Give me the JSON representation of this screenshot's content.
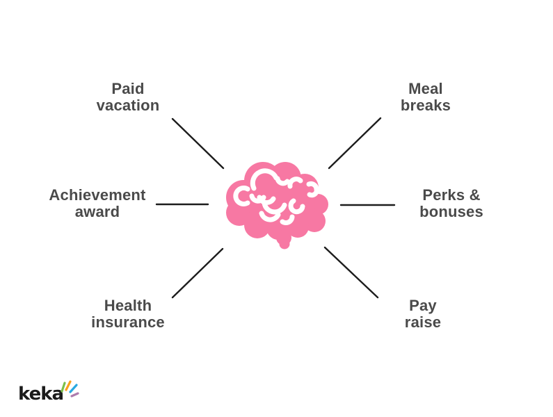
{
  "diagram": {
    "center": {
      "icon": "brain-icon",
      "color": "#F778A3",
      "fold_color": "#ffffff"
    },
    "line_color": "#1c1c1c",
    "text_color": "#4a4a4a",
    "nodes": [
      {
        "id": "paid-vacation",
        "label": "Paid\nvacation",
        "position": "top-left"
      },
      {
        "id": "meal-breaks",
        "label": "Meal\nbreaks",
        "position": "top-right"
      },
      {
        "id": "achievement-award",
        "label": "Achievement\naward",
        "position": "middle-left"
      },
      {
        "id": "perks-bonuses",
        "label": "Perks &\nbonuses",
        "position": "middle-right"
      },
      {
        "id": "health-insurance",
        "label": "Health\ninsurance",
        "position": "bottom-left"
      },
      {
        "id": "pay-raise",
        "label": "Pay\nraise",
        "position": "bottom-right"
      }
    ]
  },
  "logo": {
    "text": "keka",
    "color": "#1b1b1b",
    "spark_colors": [
      "#7CBF4A",
      "#F9A11B",
      "#29A9E1",
      "#AE7CAD"
    ]
  }
}
